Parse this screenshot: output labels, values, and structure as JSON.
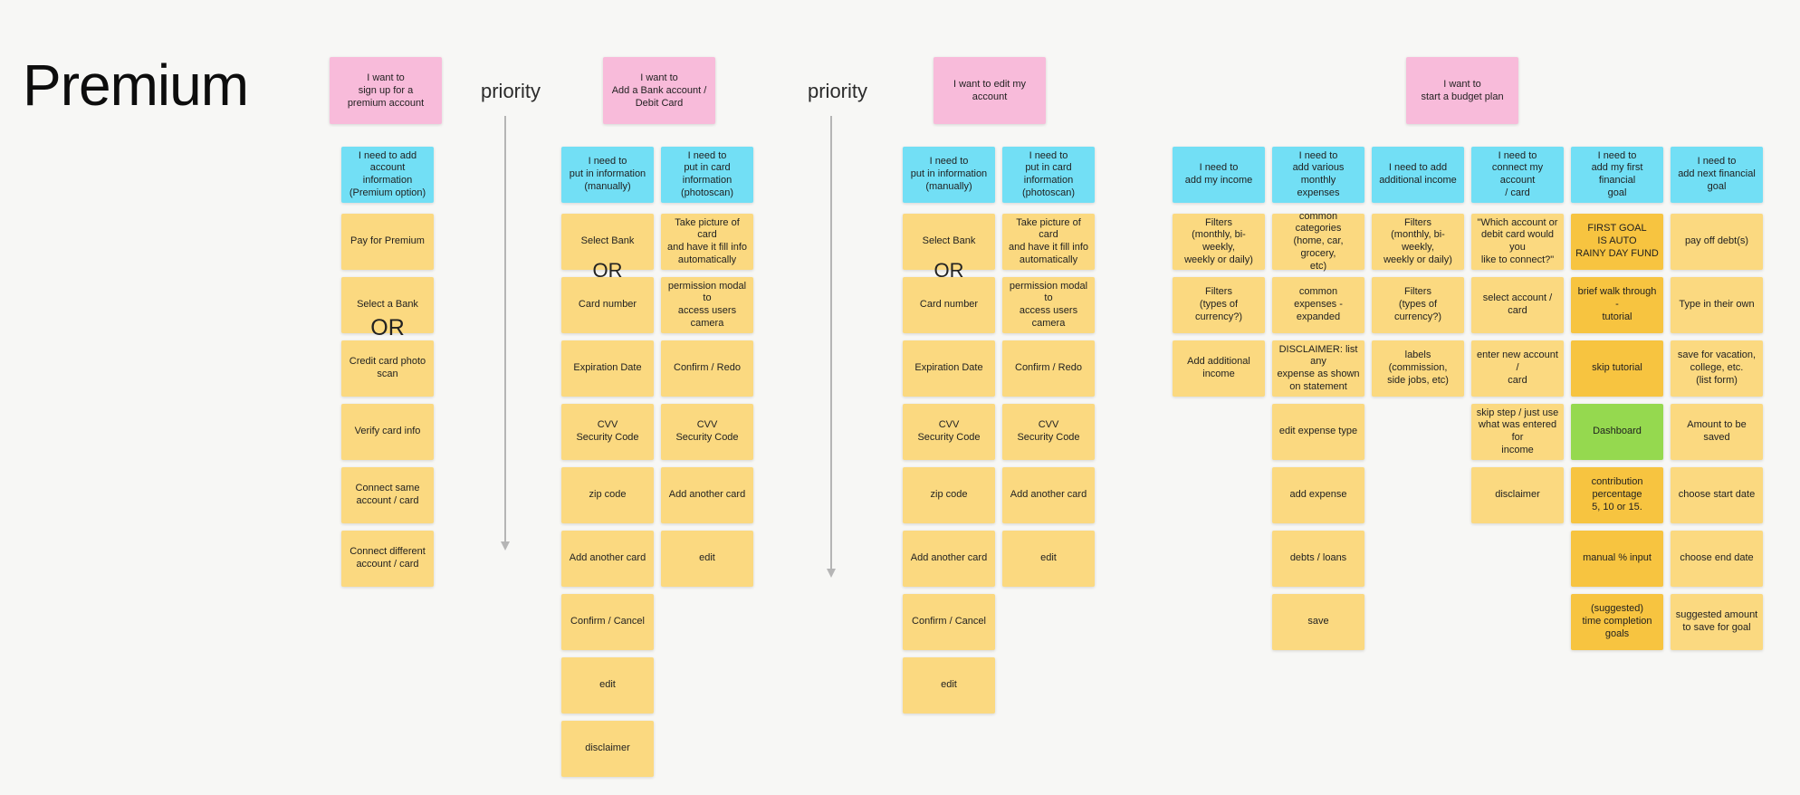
{
  "title": "Premium",
  "or_label": "OR",
  "priority_labels": [
    {
      "text": "priority"
    },
    {
      "text": "priority"
    }
  ],
  "colors": {
    "background": "#F7F7F5",
    "pink": "#F8BBDA",
    "cyan": "#72DFF5",
    "yellow": "#FBD980",
    "orange": "#F7C440",
    "green": "#95D94F",
    "arrow": "#B5B5B5",
    "text": "#1F1F1F"
  },
  "groups": [
    {
      "header": "I want to\nsign up for a\npremium account",
      "columns": [
        {
          "subheader": "I need to add\naccount information\n(Premium option)",
          "notes": [
            {
              "text": "Pay for Premium"
            },
            {
              "text": "Select a Bank"
            },
            {
              "text": "Credit card photo\nscan",
              "or_before": true
            },
            {
              "text": "Verify card info"
            },
            {
              "text": "Connect same\naccount / card"
            },
            {
              "text": "Connect different\naccount / card"
            }
          ]
        }
      ]
    },
    {
      "header": "I want to\nAdd a Bank account /\nDebit Card",
      "columns": [
        {
          "subheader": "I need to\nput in information\n(manually)",
          "notes": [
            {
              "text": "Select Bank"
            },
            {
              "text": "Card number",
              "or_before": true
            },
            {
              "text": "Expiration Date"
            },
            {
              "text": "CVV\nSecurity Code"
            },
            {
              "text": "zip code"
            },
            {
              "text": "Add another card"
            },
            {
              "text": "Confirm / Cancel"
            },
            {
              "text": "edit"
            },
            {
              "text": "disclaimer"
            }
          ]
        },
        {
          "subheader": "I need to\nput in card\ninformation\n(photoscan)",
          "notes": [
            {
              "text": "Take picture of card\nand have it fill info\nautomatically"
            },
            {
              "text": "permission modal to\naccess users camera"
            },
            {
              "text": "Confirm / Redo"
            },
            {
              "text": "CVV\nSecurity Code"
            },
            {
              "text": "Add another card"
            },
            {
              "text": "edit"
            }
          ]
        }
      ]
    },
    {
      "header": "I want to edit my\naccount",
      "columns": [
        {
          "subheader": "I need to\nput in information\n(manually)",
          "notes": [
            {
              "text": "Select Bank"
            },
            {
              "text": "Card number",
              "or_before": true
            },
            {
              "text": "Expiration Date"
            },
            {
              "text": "CVV\nSecurity Code"
            },
            {
              "text": "zip code"
            },
            {
              "text": "Add another card"
            },
            {
              "text": "Confirm / Cancel"
            },
            {
              "text": "edit"
            }
          ]
        },
        {
          "subheader": "I need to\nput in card\ninformation\n(photoscan)",
          "notes": [
            {
              "text": "Take picture of card\nand have it fill info\nautomatically"
            },
            {
              "text": "permission modal to\naccess users camera"
            },
            {
              "text": "Confirm / Redo"
            },
            {
              "text": "CVV\nSecurity Code"
            },
            {
              "text": "Add another card"
            },
            {
              "text": "edit"
            }
          ]
        }
      ]
    },
    {
      "header": "I want to\nstart a budget plan",
      "columns": [
        {
          "subheader": "I need to\nadd my income",
          "notes": [
            {
              "text": "Filters\n(monthly, bi-weekly,\nweekly or daily)"
            },
            {
              "text": "Filters\n(types of currency?)"
            },
            {
              "text": "Add additional\nincome"
            }
          ]
        },
        {
          "subheader": "I need to\nadd various monthly\nexpenses",
          "notes": [
            {
              "text": "common categories\n(home, car, grocery,\netc)"
            },
            {
              "text": "common expenses -\nexpanded"
            },
            {
              "text": "DISCLAIMER: list any\nexpense as shown\non statement"
            },
            {
              "text": "edit expense type"
            },
            {
              "text": "add expense"
            },
            {
              "text": "debts / loans"
            },
            {
              "text": "save"
            }
          ]
        },
        {
          "subheader": "I need to add\nadditional income",
          "notes": [
            {
              "text": "Filters\n(monthly, bi-weekly,\nweekly or daily)"
            },
            {
              "text": "Filters\n(types of\ncurrency?)"
            },
            {
              "text": "labels (commission,\nside jobs, etc)"
            }
          ]
        },
        {
          "subheader": "I need to\nconnect my account\n/ card",
          "notes": [
            {
              "text": "\"Which account or\ndebit card would you\nlike to connect?\""
            },
            {
              "text": "select account /\ncard"
            },
            {
              "text": "enter new account /\ncard"
            },
            {
              "text": "skip step / just use\nwhat was entered for\nincome"
            },
            {
              "text": "disclaimer"
            }
          ]
        },
        {
          "subheader": "I need to\nadd my first financial\ngoal",
          "notes": [
            {
              "text": "FIRST GOAL\nIS AUTO\nRAINY DAY FUND",
              "color": "orange"
            },
            {
              "text": "brief walk through -\ntutorial",
              "color": "orange"
            },
            {
              "text": "skip tutorial",
              "color": "orange"
            },
            {
              "text": "Dashboard",
              "color": "green"
            },
            {
              "text": "contribution\npercentage\n5, 10 or 15.",
              "color": "orange"
            },
            {
              "text": "manual % input",
              "color": "orange"
            },
            {
              "text": "(suggested)\ntime completion\ngoals",
              "color": "orange"
            }
          ]
        },
        {
          "subheader": "I need to\nadd next financial\ngoal",
          "notes": [
            {
              "text": "pay off debt(s)"
            },
            {
              "text": "Type in their own"
            },
            {
              "text": "save for vacation,\ncollege, etc.\n(list form)"
            },
            {
              "text": "Amount to be saved"
            },
            {
              "text": "choose start date"
            },
            {
              "text": "choose end date"
            },
            {
              "text": "suggested amount\nto save for goal"
            }
          ]
        }
      ]
    }
  ]
}
